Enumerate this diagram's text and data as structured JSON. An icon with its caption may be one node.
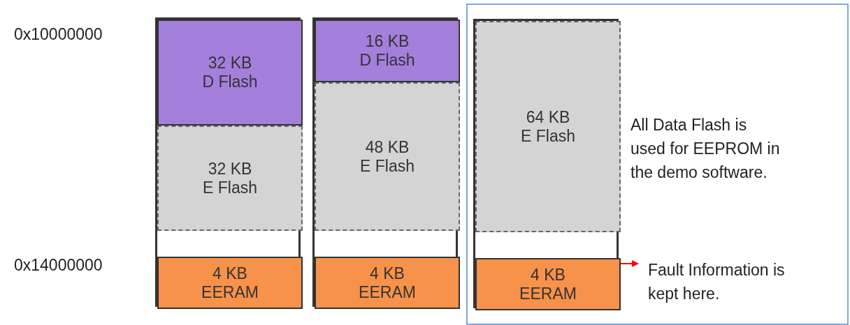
{
  "diagram": {
    "nodes": [
      {
        "text": [],
        "shape": "box"
      },
      {
        "text": [
          "32 KB D Flash"
        ],
        "in": 0
      },
      {
        "text": [
          "32 KB E Flash"
        ],
        "in": 0
      },
      {
        "text": [
          "4 KB EERAM"
        ],
        "in": 0
      },
      {
        "text": [],
        "shape": "box"
      },
      {
        "text": [
          "16 KB D Flash"
        ],
        "in": 4
      },
      {
        "text": [
          "48 KB E Flash"
        ],
        "in": 4
      },
      {
        "text": [
          "4 KB EERAM"
        ],
        "in": 4
      },
      {
        "text": [
          "All Data Flash is used for EEPROM in the demo software."
        ]
      },
      {
        "text": [],
        "shape": "box",
        "in": 8
      },
      {
        "text": [
          "64 KB E Flash"
        ],
        "in": 9
      },
      {
        "text": [
          "4 KB EERAM"
        ],
        "in": 9
      },
      {
        "text": [
          "Fault Information is kept here."
        ],
        "in": 8
      }
    ],
    "edges": [
      {
        "from": 11,
        "to": 12,
        "arrow": "to",
        "color": "#ff0000"
      }
    ],
    "labels": [
      "0x10000000",
      "0x14000000"
    ]
  }
}
